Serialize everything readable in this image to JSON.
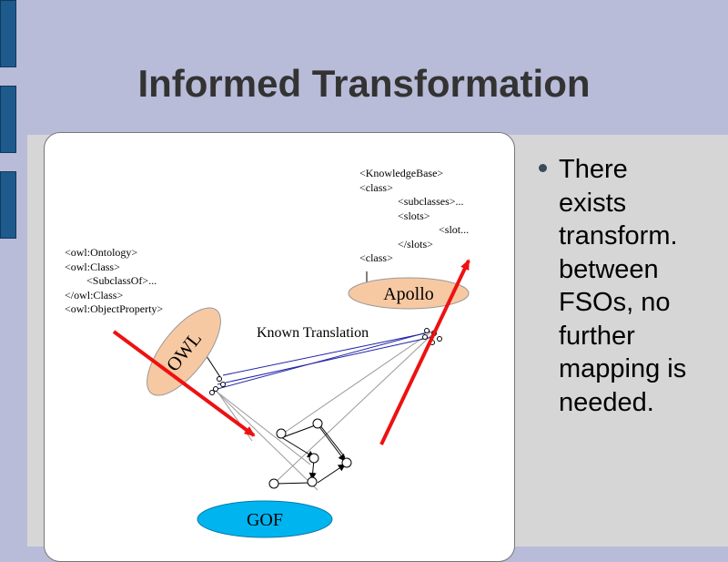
{
  "slide": {
    "title": "Informed Transformation"
  },
  "diagram": {
    "owl_code": [
      "<owl:Ontology>",
      "<owl:Class>",
      "        <SubclassOf>...",
      "</owl:Class>",
      "<owl:ObjectProperty>"
    ],
    "kb_code": [
      "<KnowledgeBase>",
      "<class>",
      "              <subclasses>...",
      "              <slots>",
      "                             <slot...",
      "              </slots>",
      "<class>"
    ],
    "owl_label": "OWL",
    "apollo_label": "Apollo",
    "gof_label": "GOF",
    "known_translation_label": "Known Translation",
    "colors": {
      "ellipse_fill": "#f7c9a3",
      "gof_fill": "#00b4f0",
      "arrow_red": "#ee1111",
      "link_blue": "#2222aa"
    }
  },
  "bullets": [
    {
      "lines": [
        "There",
        "exists",
        "transform.",
        "between",
        "FSOs, no",
        "further",
        "mapping is",
        "needed."
      ]
    }
  ]
}
